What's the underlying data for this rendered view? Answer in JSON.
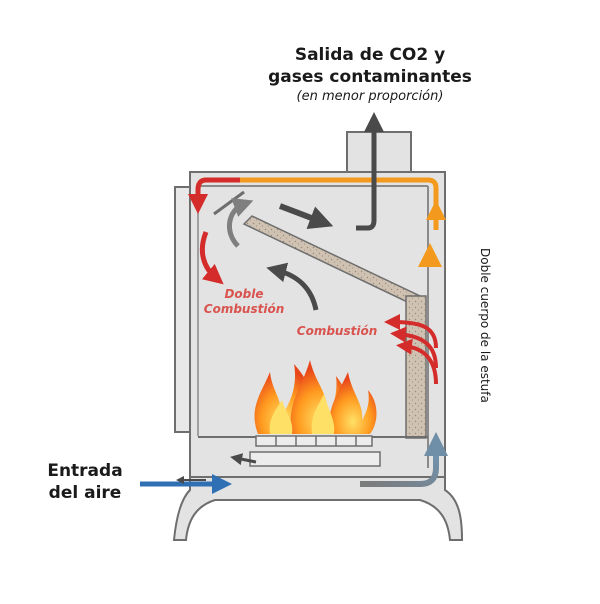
{
  "labels": {
    "exhaust_line1": "Salida de CO2 y",
    "exhaust_line2": "gases contaminantes",
    "exhaust_note": "(en menor proporción)",
    "air_line1": "Entrada",
    "air_line2": "del aire",
    "double_body": "Doble cuerpo de la estufa",
    "double_combustion_line1": "Doble",
    "double_combustion_line2": "Combustión",
    "combustion": "Combustión"
  },
  "colors": {
    "stove_fill": "#e3e3e3",
    "stove_outline": "#6e6e6e",
    "firebrick": "#cfc2b2",
    "flow_red": "#d42b2b",
    "flow_orange": "#f39a1e",
    "flow_blue": "#2f6fb3",
    "flow_dark": "#4a4a4a",
    "label_red": "#d9534f"
  }
}
